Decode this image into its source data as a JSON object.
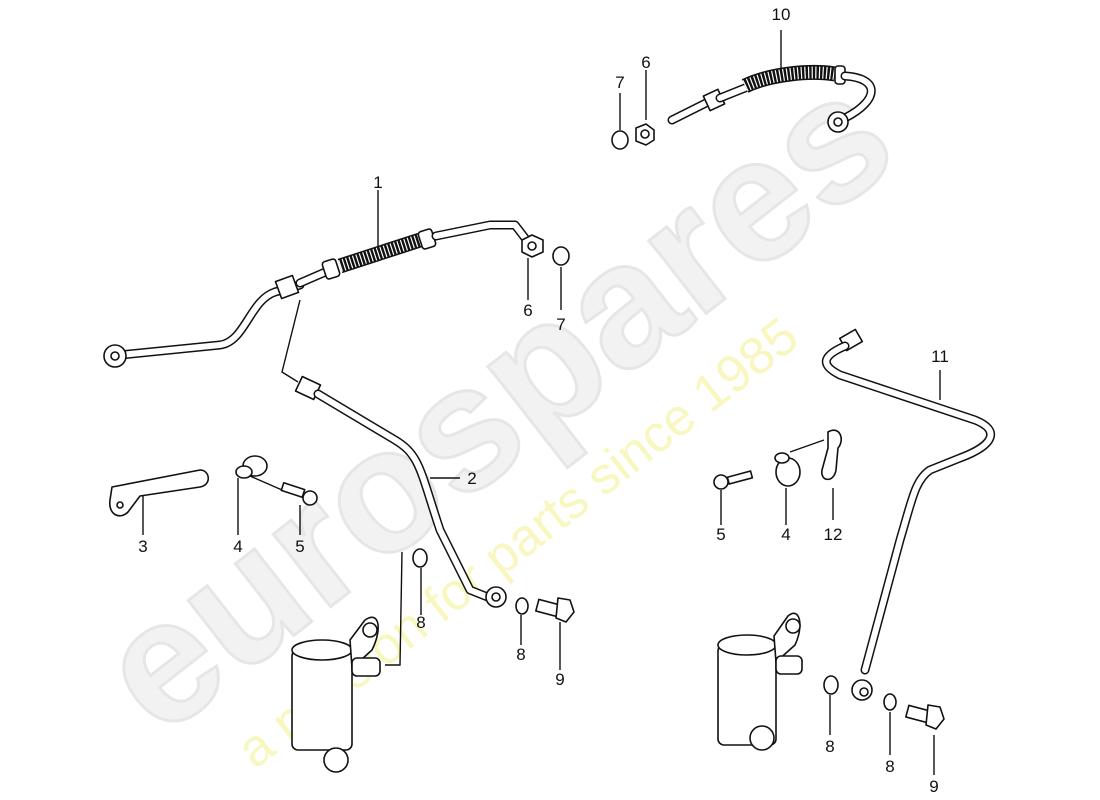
{
  "diagram": {
    "type": "exploded-parts-diagram",
    "subject": "brake lines / hoses with brake pressure regulators",
    "watermark": {
      "logo_text": "eurospares",
      "tagline": "a passion for parts since 1985",
      "logo_color": "#d9d9d9",
      "tagline_color": "#f3f08a"
    },
    "callouts": [
      {
        "id": "c1",
        "label": "1",
        "part": "brake hose assembly (upper left)"
      },
      {
        "id": "c2",
        "label": "2",
        "part": "brake line"
      },
      {
        "id": "c3",
        "label": "3",
        "part": "bracket"
      },
      {
        "id": "c4a",
        "label": "4",
        "part": "clamp (left)"
      },
      {
        "id": "c5a",
        "label": "5",
        "part": "screw (left)"
      },
      {
        "id": "c6a",
        "label": "6",
        "part": "nut (center)"
      },
      {
        "id": "c7a",
        "label": "7",
        "part": "grommet (center)"
      },
      {
        "id": "c6b",
        "label": "6",
        "part": "nut (top)"
      },
      {
        "id": "c7b",
        "label": "7",
        "part": "grommet (top)"
      },
      {
        "id": "c10",
        "label": "10",
        "part": "brake hose assembly (top right)"
      },
      {
        "id": "c11",
        "label": "11",
        "part": "brake line (right)"
      },
      {
        "id": "c4b",
        "label": "4",
        "part": "clamp (right)"
      },
      {
        "id": "c5b",
        "label": "5",
        "part": "screw (right)"
      },
      {
        "id": "c12",
        "label": "12",
        "part": "bracket (right)"
      },
      {
        "id": "c8a",
        "label": "8",
        "part": "sealing ring (left upper)"
      },
      {
        "id": "c8b",
        "label": "8",
        "part": "sealing ring (left lower)"
      },
      {
        "id": "c9a",
        "label": "9",
        "part": "banjo bolt (left)"
      },
      {
        "id": "c8c",
        "label": "8",
        "part": "sealing ring (right upper)"
      },
      {
        "id": "c8d",
        "label": "8",
        "part": "sealing ring (right lower)"
      },
      {
        "id": "c9b",
        "label": "9",
        "part": "banjo bolt (right)"
      }
    ]
  }
}
